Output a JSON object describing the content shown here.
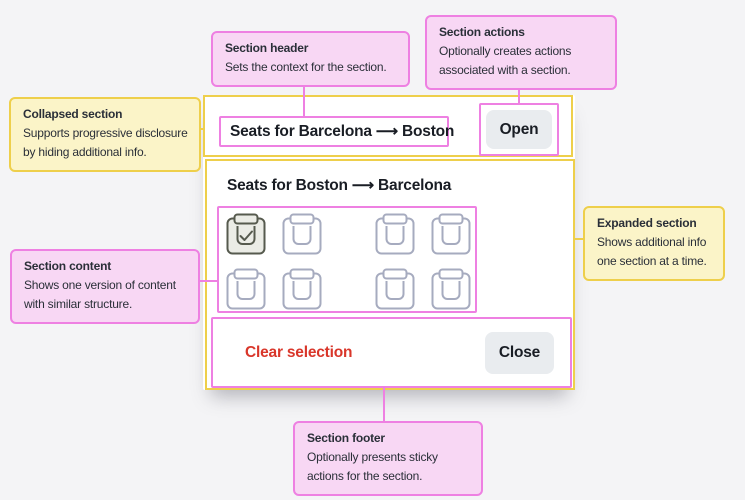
{
  "colors": {
    "background": "#f4f4f6",
    "pink_border": "#ee80e2",
    "pink_fill": "#f8d7f4",
    "yellow_border": "#eecf4b",
    "yellow_fill": "#fbf4c8",
    "red": "#d9362a",
    "button_bg": "#e9ecef",
    "text_dark": "#191d24",
    "seat_stroke": "#a6abbf",
    "seat_selected_stroke": "#565a4e",
    "seat_selected_fill": "#ebece6"
  },
  "callouts": {
    "section_header": {
      "title": "Section header",
      "lines": [
        "Sets the context for the section."
      ]
    },
    "section_actions": {
      "title": "Section actions",
      "lines": [
        "Optionally creates actions",
        "associated with a section."
      ]
    },
    "collapsed": {
      "title": "Collapsed section",
      "lines": [
        "Supports progressive disclosure",
        "by hiding additional info."
      ]
    },
    "section_content": {
      "title": "Section content",
      "lines": [
        "Shows one version of content",
        "with similar structure."
      ]
    },
    "expanded": {
      "title": "Expanded section",
      "lines": [
        "Shows additional info",
        "one section at a time."
      ]
    },
    "section_footer": {
      "title": "Section footer",
      "lines": [
        "Optionally presents sticky",
        "actions for the section."
      ]
    }
  },
  "card": {
    "collapsed": {
      "title": "Seats for Barcelona ⟶ Boston",
      "action_label": "Open"
    },
    "expanded": {
      "title": "Seats for Boston ⟶ Barcelona",
      "seats": {
        "rows": 2,
        "cols": 4,
        "aisle_after_col": 2,
        "selected": {
          "row": 0,
          "col": 0
        }
      },
      "footer": {
        "clear_label": "Clear selection",
        "close_label": "Close"
      }
    }
  }
}
